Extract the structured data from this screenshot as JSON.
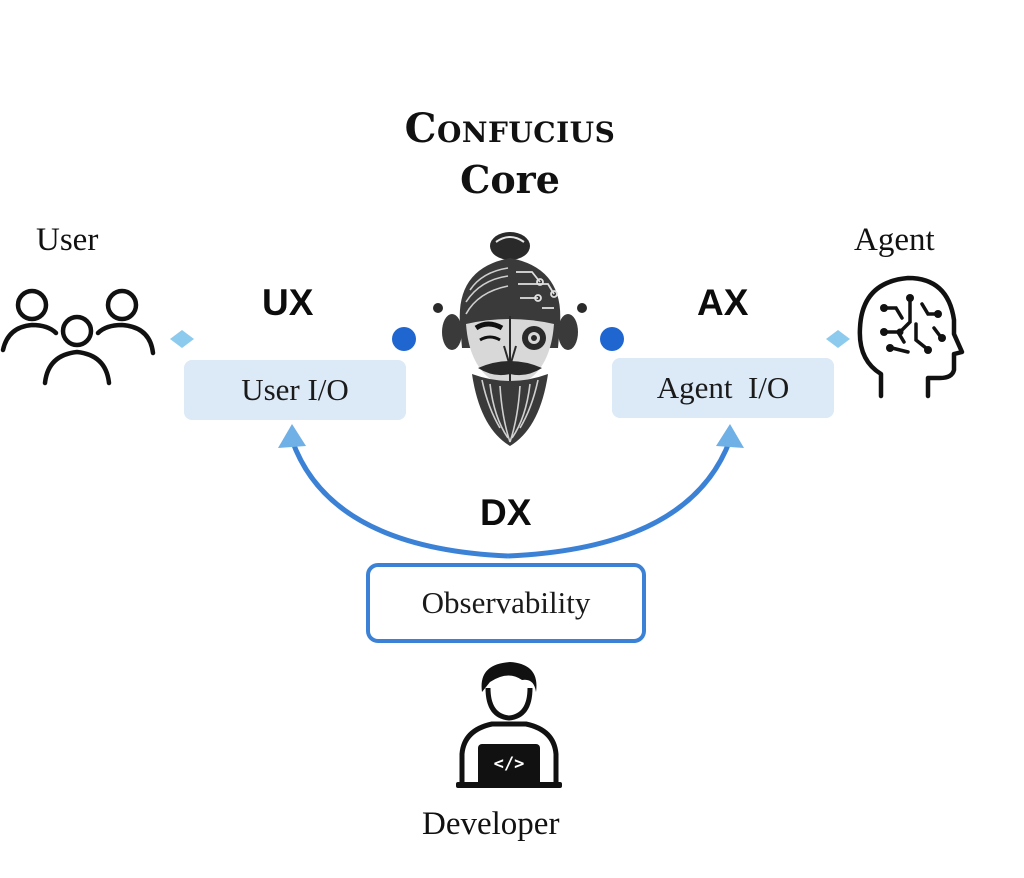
{
  "title": {
    "line1": "Confucius",
    "line2": "Core"
  },
  "roles": {
    "user": "User",
    "agent": "Agent",
    "developer": "Developer"
  },
  "experiences": {
    "ux": "UX",
    "ax": "AX",
    "dx": "DX"
  },
  "boxes": {
    "user_io": "User I/O",
    "agent_io": "Agent  I/O",
    "observability": "Observability"
  },
  "developer_badge": "</>",
  "icons": {
    "user": "users-group-icon",
    "agent": "ai-brain-head-icon",
    "core": "confucius-cyborg-face-icon",
    "developer": "developer-laptop-icon"
  },
  "colors": {
    "accent_blue": "#3b82d6",
    "dark_blue": "#1f66d1",
    "light_blue": "#8ccbed",
    "box_fill": "#dce9f6"
  }
}
